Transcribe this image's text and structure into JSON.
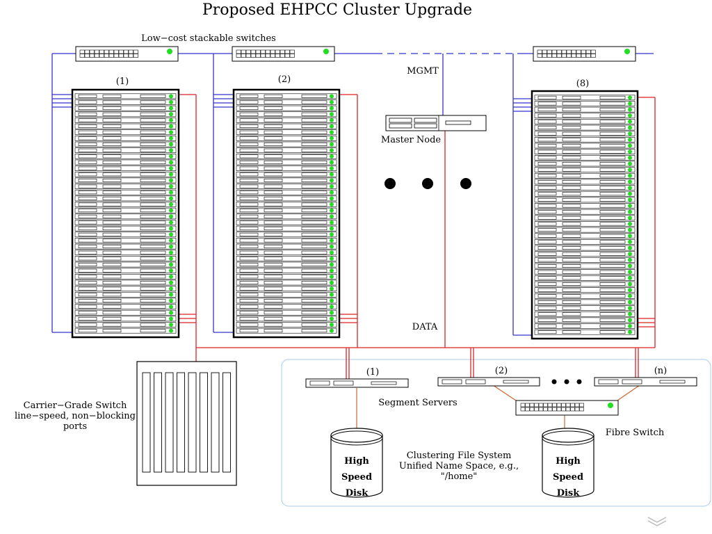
{
  "title": "Proposed EHPCC Cluster Upgrade",
  "labels": {
    "switches": "Low−cost stackable switches",
    "mgmt": "MGMT",
    "master_node": "Master Node",
    "data": "DATA",
    "rack_1": "(1)",
    "rack_2": "(2)",
    "rack_8": "(8)",
    "segment_servers": "Segment Servers",
    "server_1": "(1)",
    "server_2": "(2)",
    "server_n": "(n)",
    "fibre_switch": "Fibre Switch",
    "carrier_switch_line1": "Carrier−Grade Switch",
    "carrier_switch_line2": "line−speed, non−blocking",
    "carrier_switch_line3": "ports",
    "cfs_line1": "Clustering File System",
    "cfs_line2": "Unified Name Space, e.g.,",
    "cfs_line3": "\"/home\"",
    "disk_line1": "High",
    "disk_line2": "Speed",
    "disk_line3": "Disk"
  },
  "colors": {
    "mgmt_network": "#3333cc",
    "data_network": "#dd2222",
    "storage_link": "#cc6633",
    "status_led": "#22dd22",
    "storage_frame": "#aaccee"
  },
  "icons": {
    "rack": "server-rack-icon",
    "switch": "stackable-switch-icon",
    "disk": "disk-cylinder-icon"
  }
}
